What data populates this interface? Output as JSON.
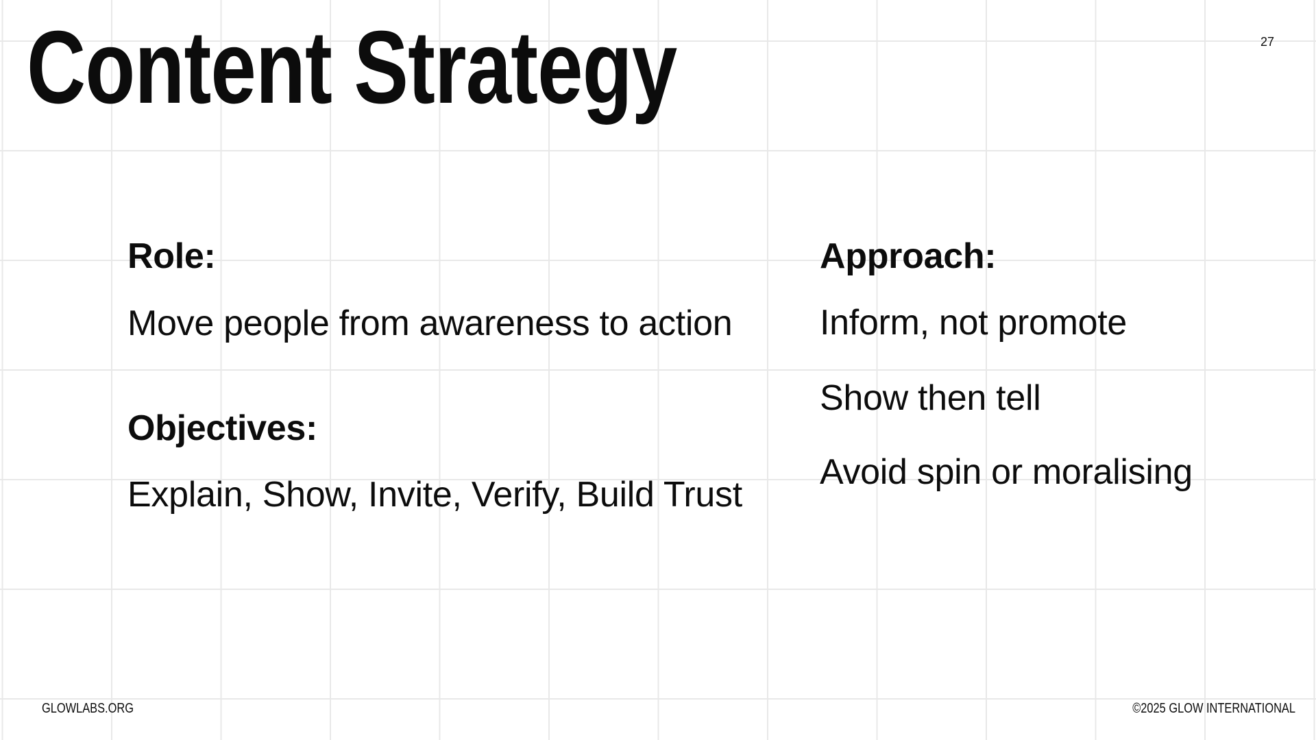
{
  "slide": {
    "title": "Content Strategy",
    "page_number": "27"
  },
  "left_column": {
    "sections": [
      {
        "heading": "Role:",
        "body": "Move people from awareness to action"
      },
      {
        "heading": "Objectives:",
        "body": "Explain, Show, Invite, Verify, Build Trust"
      }
    ]
  },
  "right_column": {
    "heading": "Approach:",
    "points": [
      "Inform, not promote",
      "Show then tell",
      "Avoid spin or moralising"
    ]
  },
  "footer": {
    "left": "GLOWLABS.ORG",
    "right": "©2025 GLOW INTERNATIONAL"
  },
  "colors": {
    "background": "#ffffff",
    "grid_line": "#e8e8e8",
    "text": "#0c0c0c"
  }
}
